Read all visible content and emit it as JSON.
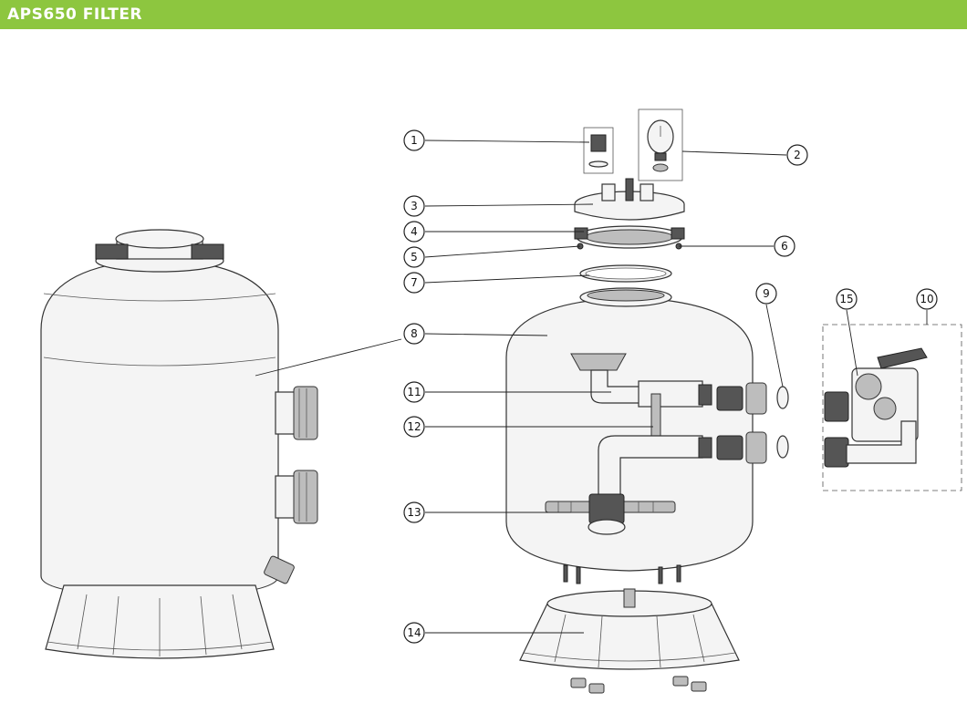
{
  "header": {
    "title": "APS650 FILTER",
    "background_color": "#8dc63f",
    "text_color": "#ffffff"
  },
  "callouts": [
    "1",
    "2",
    "3",
    "4",
    "5",
    "6",
    "7",
    "8",
    "9",
    "10",
    "11",
    "12",
    "13",
    "14",
    "15"
  ]
}
